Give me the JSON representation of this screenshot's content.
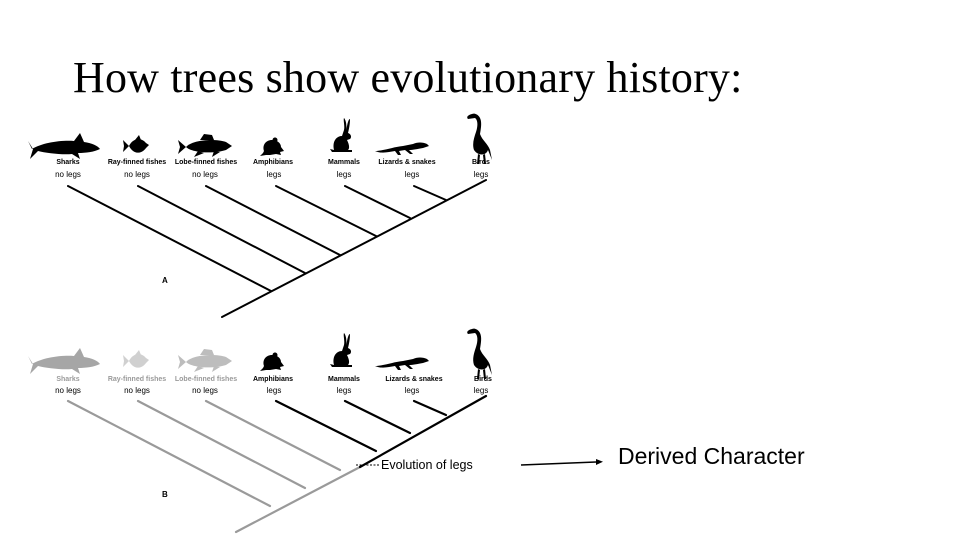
{
  "slide": {
    "title": "How trees show evolutionary history:"
  },
  "taxa": [
    {
      "name": "Sharks",
      "icon": "shark-icon"
    },
    {
      "name": "Ray-finned fishes",
      "icon": "ray-finned-fish-icon"
    },
    {
      "name": "Lobe-finned fishes",
      "icon": "lobe-finned-fish-icon"
    },
    {
      "name": "Amphibians",
      "icon": "frog-icon"
    },
    {
      "name": "Mammals",
      "icon": "rabbit-icon"
    },
    {
      "name": "Lizards & snakes",
      "icon": "lizard-icon"
    },
    {
      "name": "Birds",
      "icon": "bird-icon"
    }
  ],
  "tree_a": {
    "label": "A",
    "states": [
      "no legs",
      "no legs",
      "no legs",
      "legs",
      "legs",
      "legs",
      "legs"
    ]
  },
  "tree_b": {
    "label": "B",
    "states": [
      "no legs",
      "no legs",
      "no legs",
      "legs",
      "legs",
      "legs",
      "legs"
    ],
    "evolution_label": "Evolution of legs"
  },
  "annotation": {
    "label": "Derived Character"
  },
  "colors": {
    "ink": "#000000",
    "faded": "#9a9a9a"
  }
}
